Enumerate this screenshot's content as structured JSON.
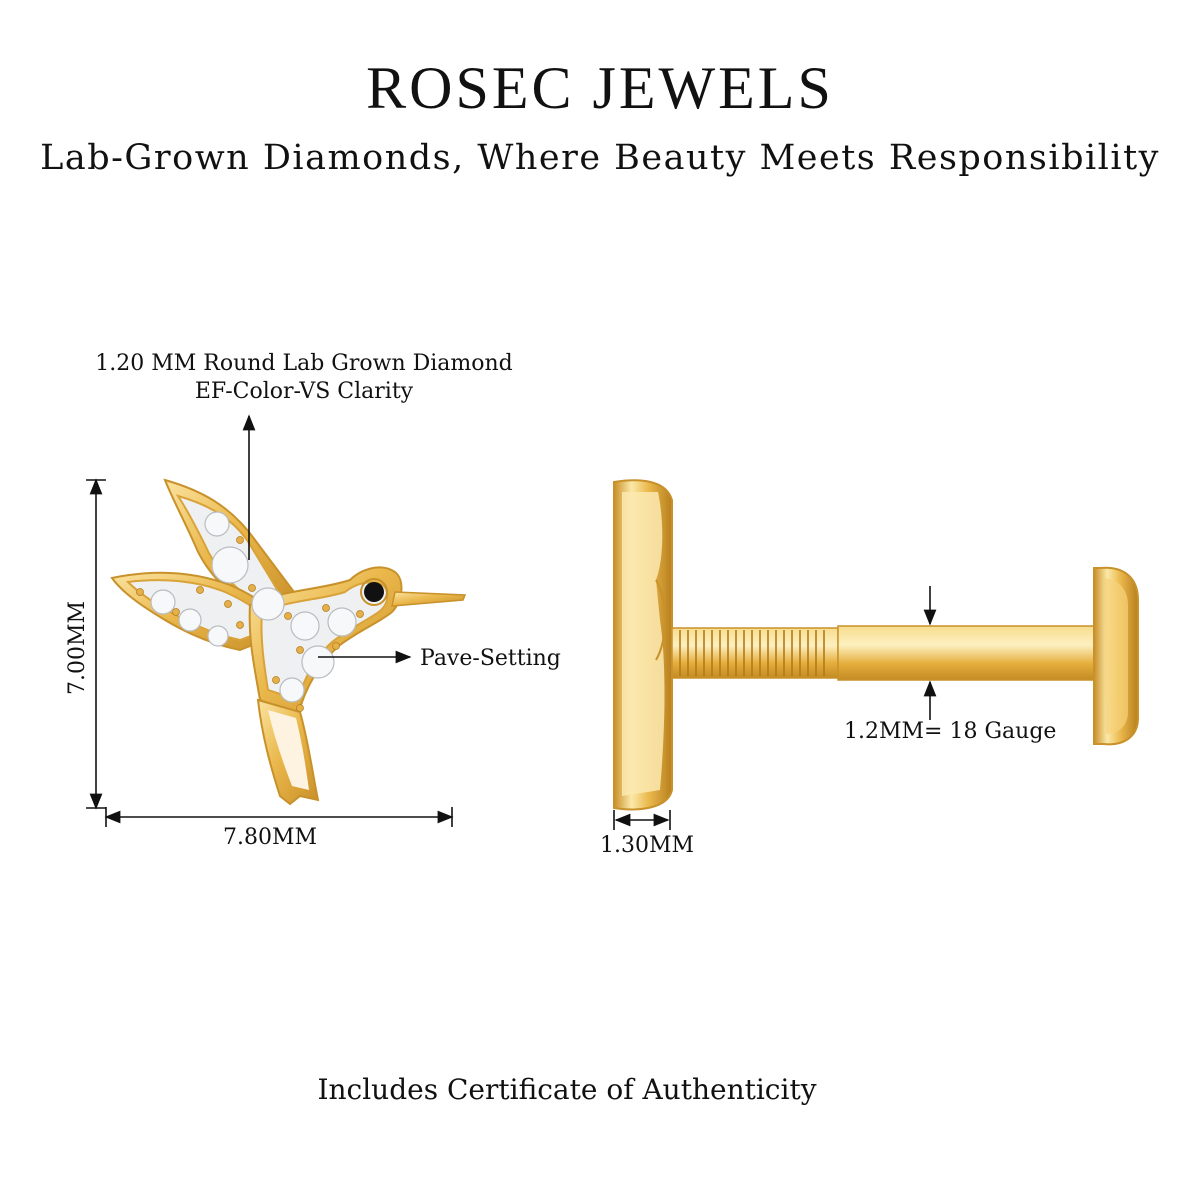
{
  "header": {
    "brand": "ROSEC JEWELS",
    "tagline": "Lab-Grown Diamonds, Where Beauty Meets Responsibility"
  },
  "annotations": {
    "diamond_line1": "1.20 MM Round Lab Grown Diamond",
    "diamond_line2": "EF-Color-VS Clarity",
    "setting": "Pave-Setting",
    "width": "7.80MM",
    "height": "7.00MM",
    "gauge": "1.2MM= 18 Gauge",
    "thickness": "1.30MM"
  },
  "footer": {
    "certificate": "Includes Certificate of Authenticity"
  },
  "colors": {
    "gold": "#e9b94e",
    "gold_light": "#fbe9a8",
    "gold_dark": "#c8912a",
    "diamond": "#f2f4f6",
    "eye": "#111111"
  },
  "icons": [
    "hummingbird-earring-front-view",
    "earring-side-view-threaded-post"
  ]
}
